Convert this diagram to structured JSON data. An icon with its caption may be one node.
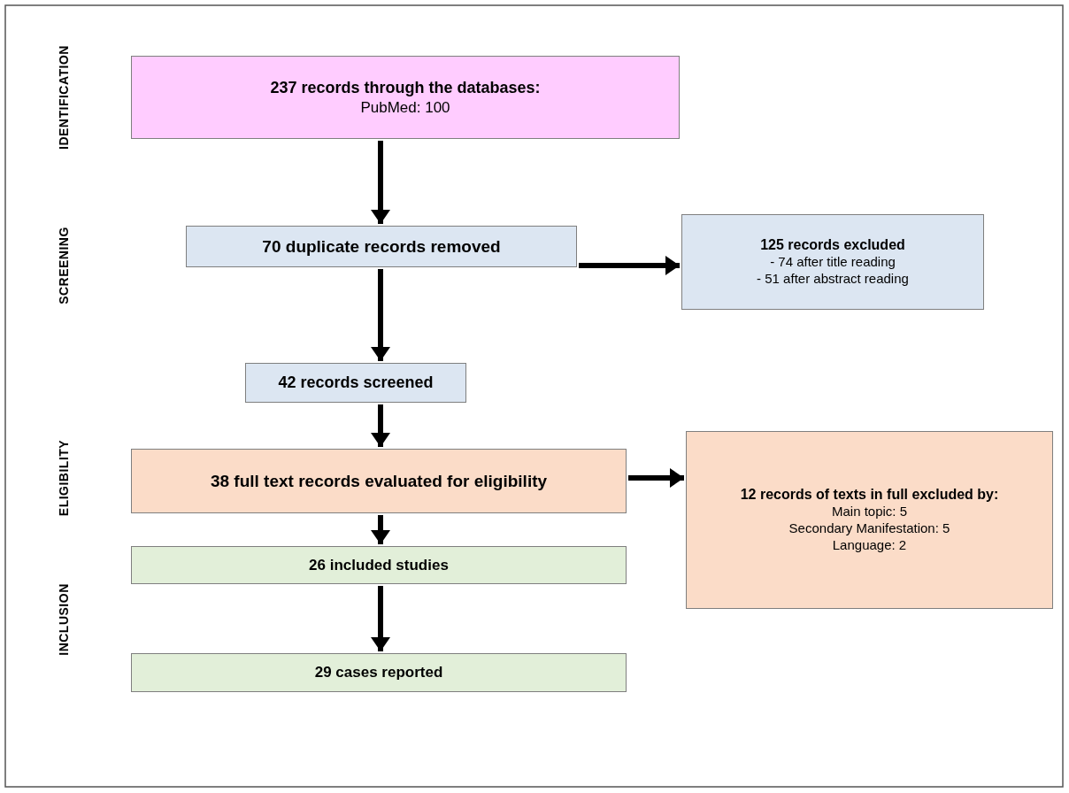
{
  "diagram": {
    "nodes": [
      {
        "text": [
          "237 records through the databases:",
          "PubMed: 100"
        ]
      },
      {
        "text": [
          "70 duplicate records removed"
        ]
      },
      {
        "text": [
          "125 records excluded",
          "- 74 after title reading",
          "- 51 after abstract reading"
        ]
      },
      {
        "text": [
          "42 records screened"
        ]
      },
      {
        "text": [
          "38 full text records evaluated for eligibility"
        ]
      },
      {
        "text": [
          "12 records of texts in full excluded by:",
          "Main topic: 5",
          "Secondary Manifestation: 5",
          "Language: 2"
        ]
      },
      {
        "text": [
          "26 included studies"
        ]
      },
      {
        "text": [
          "29 cases reported"
        ]
      }
    ],
    "edges": [
      {
        "from": 0,
        "to": 1,
        "arrow": "to"
      },
      {
        "from": 1,
        "to": 2,
        "arrow": "to"
      },
      {
        "from": 1,
        "to": 3,
        "arrow": "to"
      },
      {
        "from": 3,
        "to": 4,
        "arrow": "to"
      },
      {
        "from": 4,
        "to": 5,
        "arrow": "to"
      },
      {
        "from": 4,
        "to": 6,
        "arrow": "to"
      },
      {
        "from": 6,
        "to": 7,
        "arrow": "to"
      }
    ],
    "labels": [
      "IDENTIFICATION",
      "SCREENING",
      "ELIGIBILITY",
      "INCLUSION"
    ]
  }
}
